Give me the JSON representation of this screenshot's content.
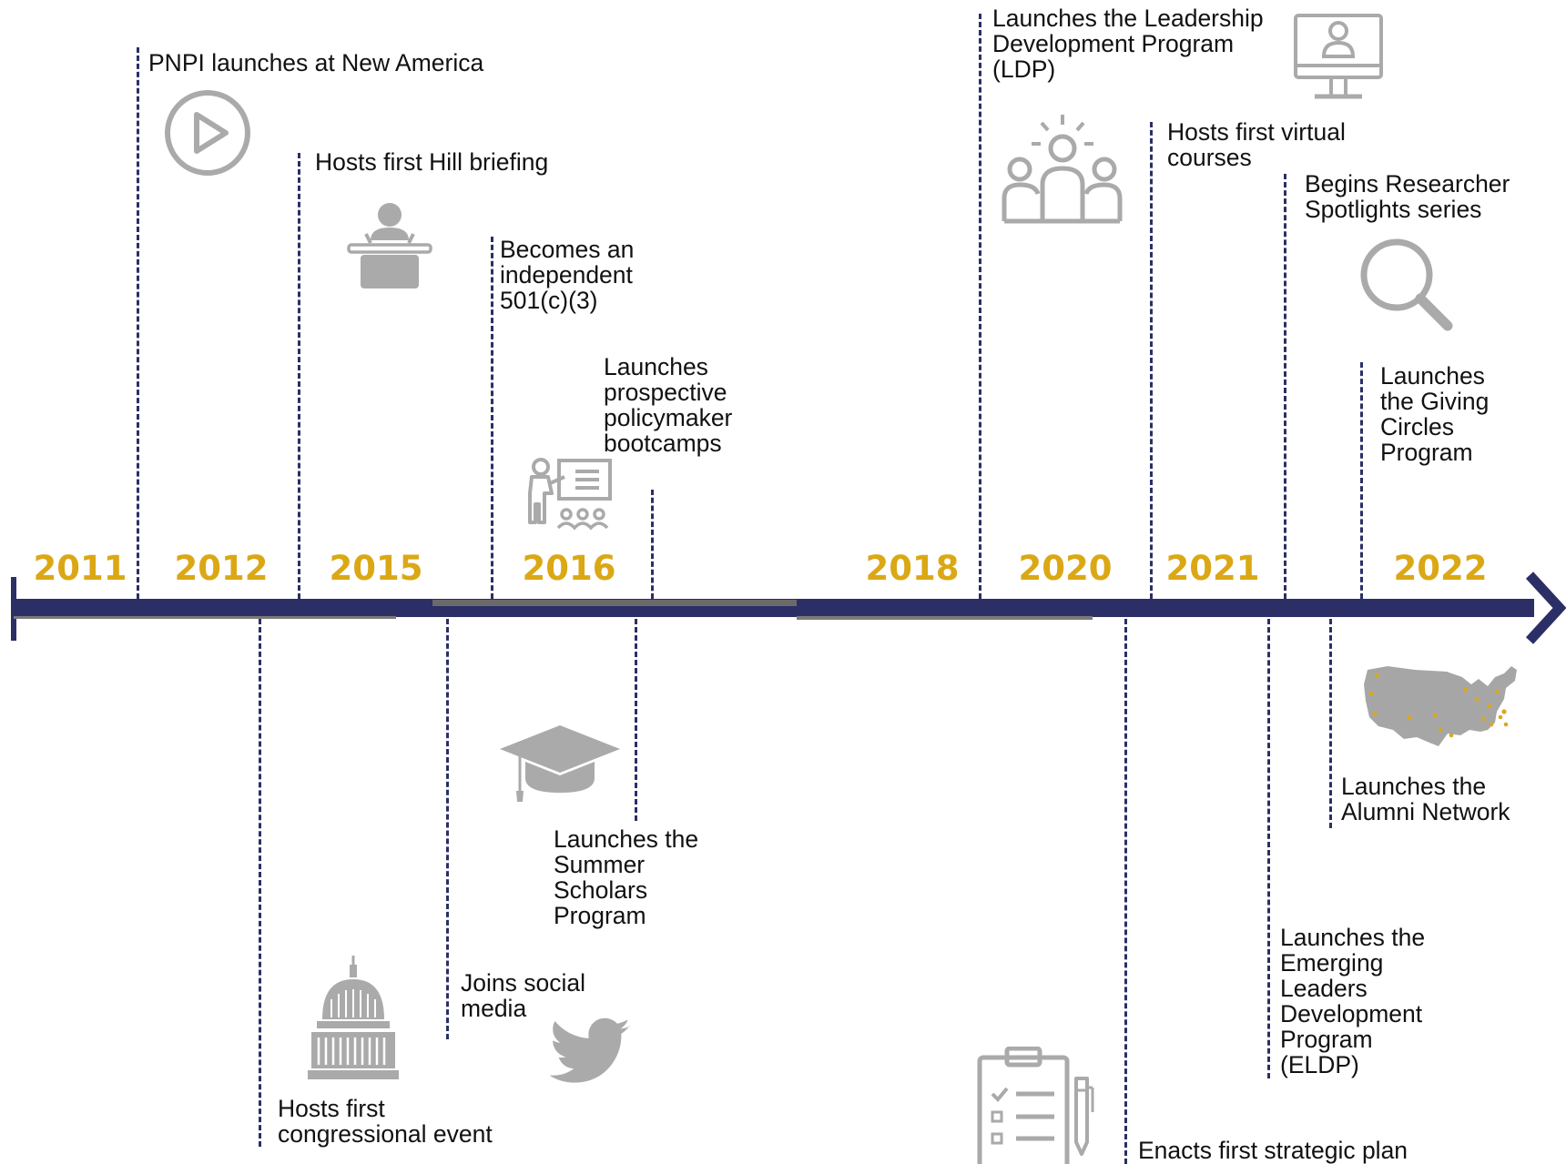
{
  "years": [
    "2011",
    "2012",
    "2015",
    "2016",
    "2018",
    "2020",
    "2021",
    "2022"
  ],
  "events": {
    "pnpi_launch": "PNPI launches at New America",
    "hill_briefing": "Hosts first Hill briefing",
    "independent": "Becomes an\nindependent\n501(c)(3)",
    "bootcamps": "Launches\nprospective\npolicymaker\nbootcamps",
    "ldp": "Launches the Leadership\nDevelopment Program\n(LDP)",
    "virtual_courses": "Hosts first virtual\ncourses",
    "spotlights": "Begins Researcher\nSpotlights series",
    "giving_circles": "Launches\nthe Giving\nCircles\nProgram",
    "congressional_event": "Hosts first\ncongressional event",
    "social_media": "Joins social\nmedia",
    "summer_scholars": "Launches the\nSummer\nScholars\nProgram",
    "strategic_plan": "Enacts first strategic plan",
    "eldp": "Launches the\nEmerging\nLeaders\nDevelopment\nProgram\n(ELDP)",
    "alumni_network": "Launches the\nAlumni Network"
  },
  "icons": {
    "pnpi_launch": "play-button-icon",
    "hill_briefing": "podium-speaker-icon",
    "bootcamps": "presentation-board-icon",
    "ldp": "group-leadership-icon",
    "virtual_courses": "monitor-user-icon",
    "spotlights": "magnifying-glass-icon",
    "congressional_event": "capitol-building-icon",
    "social_media": "twitter-bird-icon",
    "summer_scholars": "graduation-cap-icon",
    "strategic_plan": "clipboard-checklist-icon",
    "alumni_network": "us-map-icon"
  },
  "colors": {
    "timeline": "#2b2f66",
    "year": "#dba815",
    "icon": "#aaaaaa",
    "map_dots": "#d9a81c"
  }
}
